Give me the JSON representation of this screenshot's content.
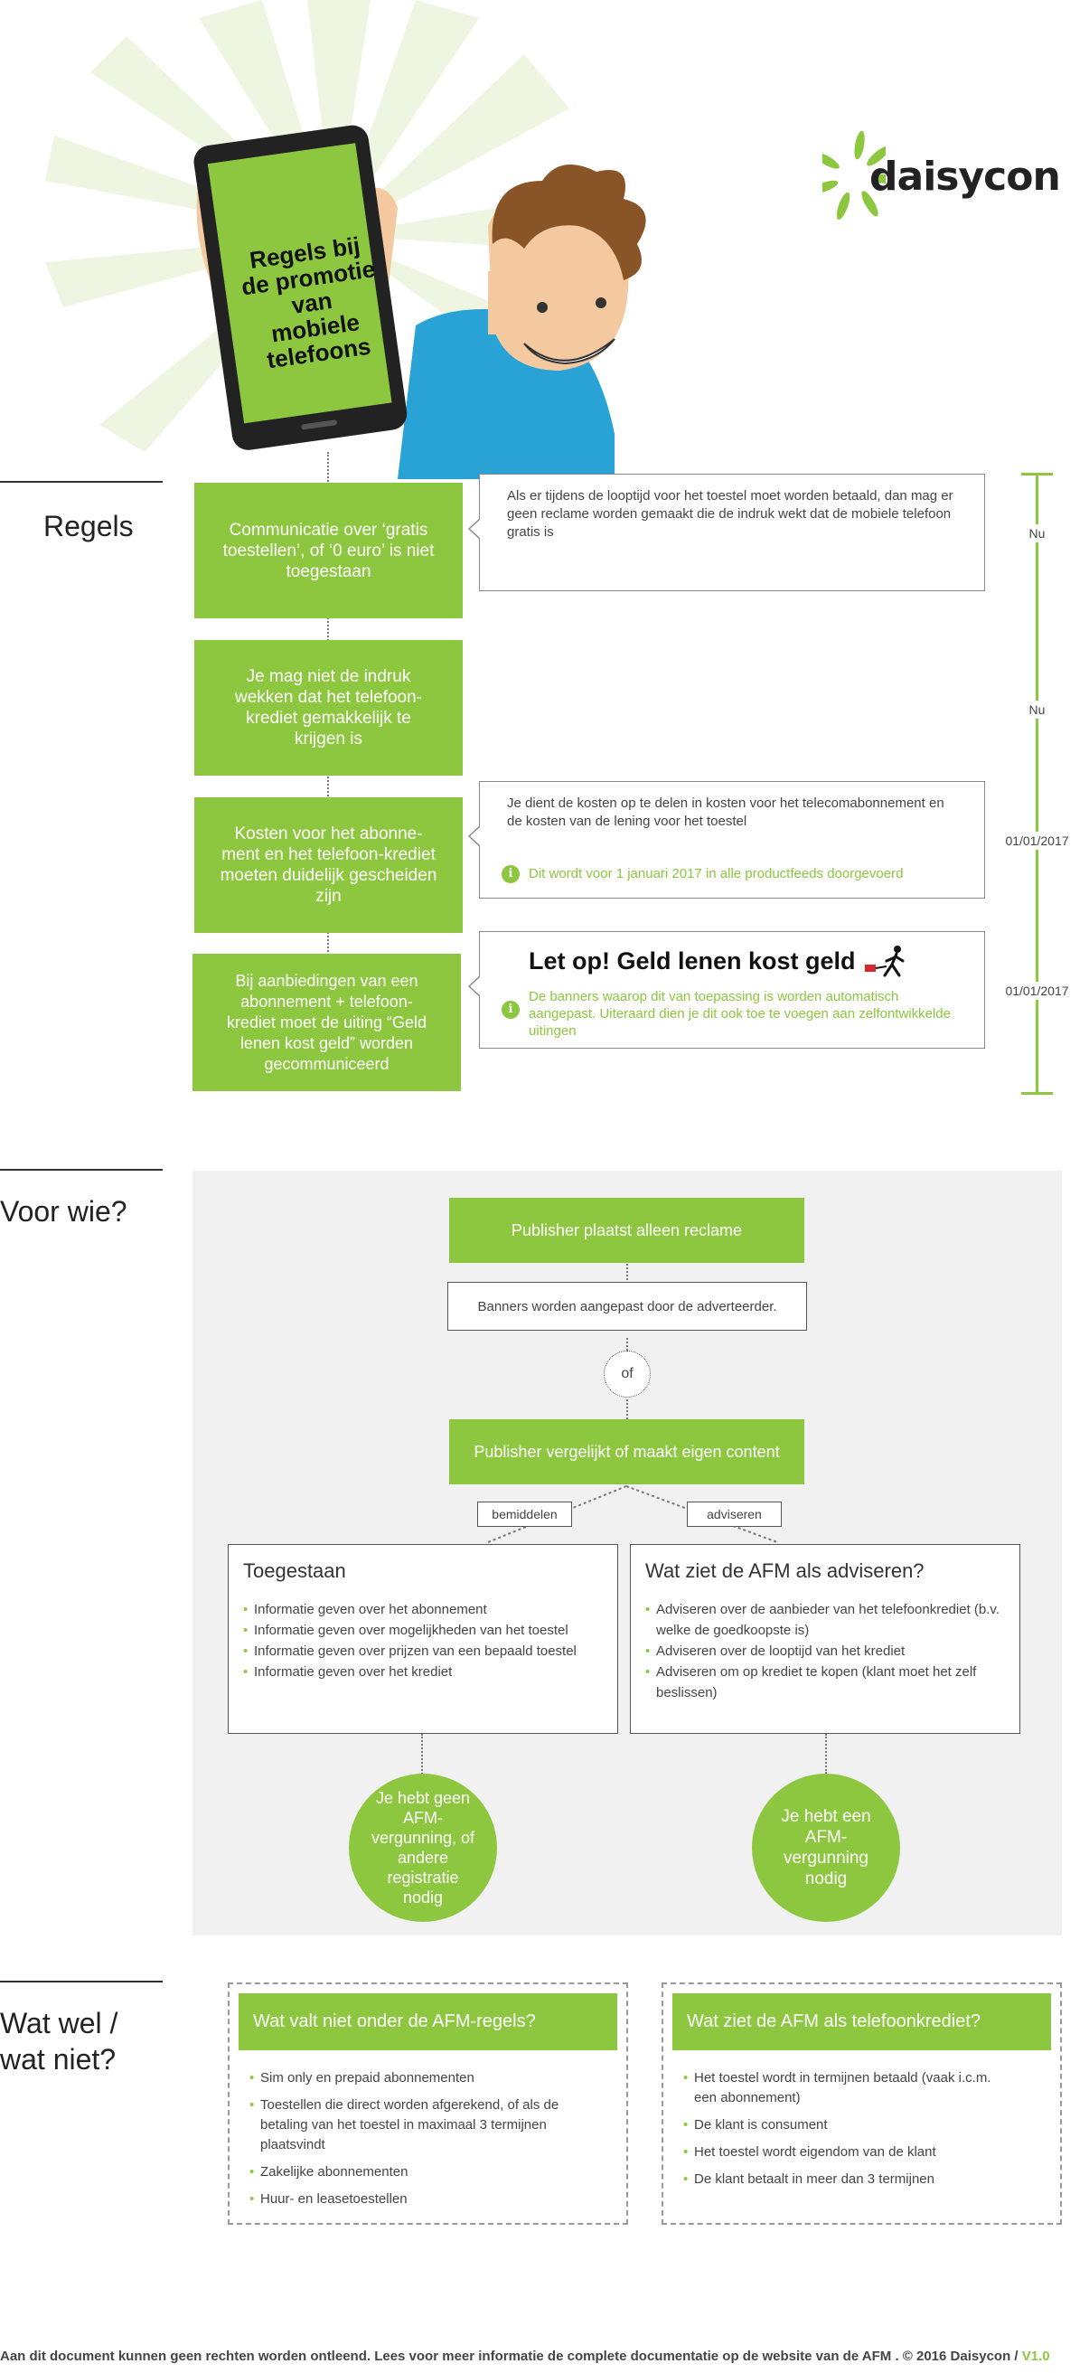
{
  "brand": {
    "logo_text": "daisycon",
    "accent": "#8dc63f"
  },
  "hero": {
    "phone_text": "Regels bij de promotie van mobiele telefoons"
  },
  "regels": {
    "title": "Regels",
    "rules": [
      {
        "text": "Communicatie over ‘gratis toestellen’, of ‘0 euro’ is niet toegestaan",
        "detail": "Als er tijdens de looptijd voor het toestel moet worden betaald, dan mag er geen reclame worden gemaakt die de indruk wekt dat de mobiele telefoon gratis is",
        "date": "Nu"
      },
      {
        "text": "Je mag niet de indruk wekken dat het telefoon-krediet gemakkelijk te krijgen is",
        "date": "Nu"
      },
      {
        "text": "Kosten voor het abonne-ment en het telefoon-krediet moeten duidelijk gescheiden zijn",
        "detail": "Je dient de kosten op te delen in kosten voor het telecomabonnement en de kosten van de lening voor het toestel",
        "note": "Dit wordt voor 1 januari 2017 in alle productfeeds doorgevoerd",
        "date": "01/01/2017"
      },
      {
        "text": "Bij aanbiedingen van een abonnement + telefoon-krediet moet de uiting “Geld lenen kost geld” worden gecommuniceerd",
        "headline": "Let op! Geld lenen kost geld",
        "note": "De banners waarop dit van toepassing is worden automatisch aangepast. Uiteraard dien je dit ook toe te voegen aan zelfontwikkelde uitingen",
        "date": "01/01/2017"
      }
    ]
  },
  "voor_wie": {
    "title": "Voor wie?",
    "publisher_ads": "Publisher plaatst alleen reclame",
    "banners_note": "Banners worden aangepast door de adverteerder.",
    "or": "of",
    "publisher_content": "Publisher vergelijkt of maakt eigen content",
    "branch_left": "bemiddelen",
    "branch_right": "adviseren",
    "allowed": {
      "title": "Toegestaan",
      "items": [
        "Informatie geven over het abonnement",
        "Informatie geven over  mogelijkheden van het toestel",
        "Informatie geven over prijzen van een bepaald toestel",
        "Informatie geven over het krediet"
      ]
    },
    "advice": {
      "title": "Wat ziet de AFM als adviseren?",
      "items": [
        "Adviseren over de aanbieder van het telefoonkrediet (b.v. welke de goedkoopste is)",
        "Adviseren over de looptijd van het krediet",
        "Adviseren om op krediet te kopen (klant moet het zelf beslissen)"
      ]
    },
    "result_left": "Je hebt geen AFM-vergunning, of andere registratie nodig",
    "result_right": "Je hebt een AFM-vergunning nodig"
  },
  "wat_wel": {
    "title_line1": "Wat wel /",
    "title_line2": "wat niet?",
    "not_under": {
      "title": "Wat valt niet onder de AFM-regels?",
      "items": [
        "Sim only en prepaid abonnementen",
        "Toestellen die direct worden afgerekend, of als de betaling van het toestel in maximaal 3 termijnen plaatsvindt",
        "Zakelijke abonnementen",
        "Huur- en leasetoestellen"
      ]
    },
    "credit": {
      "title": "Wat ziet de AFM als telefoonkrediet?",
      "items": [
        "Het toestel wordt in termijnen betaald (vaak i.c.m. een abonnement)",
        "De klant is consument",
        "Het toestel wordt eigendom van de klant",
        "De klant betaalt in meer dan 3 termijnen"
      ]
    }
  },
  "footer": {
    "text": "Aan dit document kunnen geen rechten worden ontleend. Lees voor meer informatie de complete documentatie op de website van de AFM . © 2016 Daisycon /",
    "version": "V1.0"
  }
}
